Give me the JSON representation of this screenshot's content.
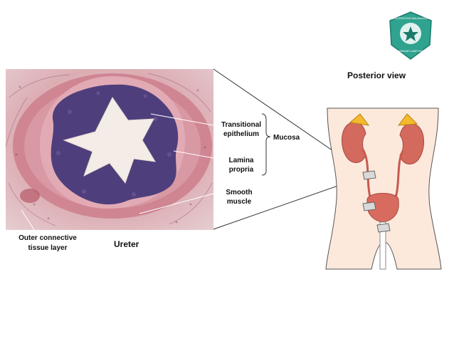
{
  "logo": {
    "name": "university-emblem",
    "text_top": "UNIVERSITAS MALAHAYATI",
    "text_bottom": "BANDAR LAMPUNG",
    "color": "#2fa38f"
  },
  "labels": {
    "posterior_view": "Posterior view",
    "transitional_1": "Transitional",
    "transitional_2": "epithelium",
    "lamina_1": "Lamina",
    "lamina_2": "propria",
    "mucosa": "Mucosa",
    "smooth_1": "Smooth",
    "smooth_2": "muscle",
    "outer_1": "Outer  connective",
    "outer_2": "tissue  layer",
    "ureter": "Ureter"
  },
  "colors": {
    "tissue_bg": "#dcb4b9",
    "lumen": "#f4ece6",
    "epithelium": "#4c3f7a",
    "lamina": "#c98a9a",
    "muscle": "#c86a78",
    "body_fill": "#fde9dc",
    "organ": "#d86b5f",
    "adrenal": "#f4b92c"
  }
}
